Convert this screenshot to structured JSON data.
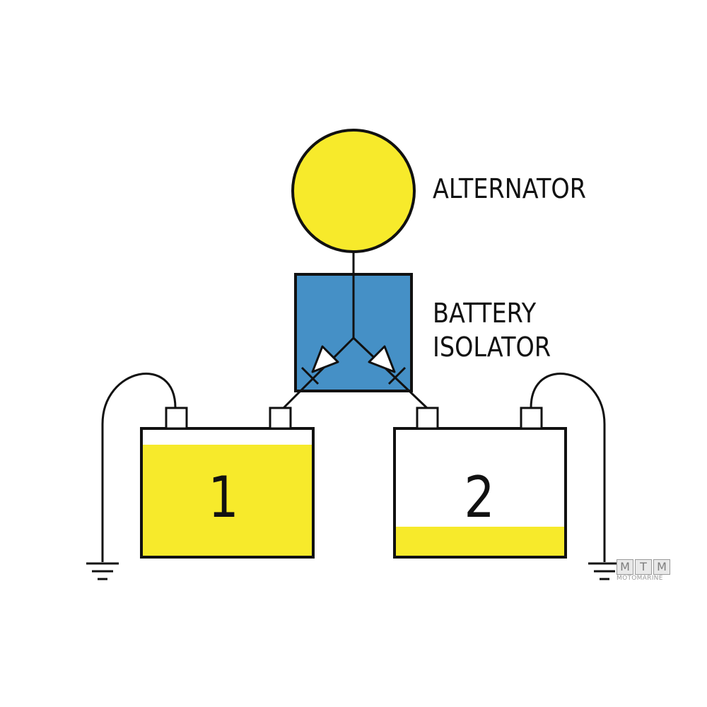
{
  "labels": {
    "alternator": "ALTERNATOR",
    "isolator_line1": "BATTERY",
    "isolator_line2": "ISOLATOR",
    "battery1": "1",
    "battery2": "2"
  },
  "batteries": [
    {
      "name": "1",
      "charge_level": 0.88
    },
    {
      "name": "2",
      "charge_level": 0.23
    }
  ],
  "watermark": {
    "letters": [
      "M",
      "T",
      "M"
    ],
    "text": "MOTOMARINE"
  },
  "colors": {
    "alternator": "#f7ea2b",
    "isolator": "#4590c6",
    "battery_fill": "#f7ea2b",
    "stroke": "#111111",
    "background": "#ffffff"
  }
}
